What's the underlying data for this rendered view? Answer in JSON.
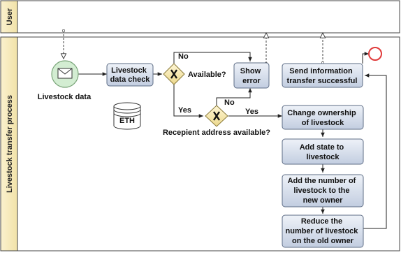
{
  "lanes": {
    "user": "User",
    "process": "Livestock transfer process"
  },
  "nodes": {
    "start_event": "Livestock data",
    "data_check": [
      "Livestock",
      "data check"
    ],
    "eth_store": "ETH",
    "gateway_available": "Available?",
    "show_error": [
      "Show",
      "error"
    ],
    "gateway_recipient": "Recepient address available?",
    "send_info": [
      "Send information",
      "transfer successful"
    ],
    "change_ownership": [
      "Change ownership",
      "of livestock"
    ],
    "add_state": [
      "Add state to",
      "livestock"
    ],
    "add_number": [
      "Add the number of",
      "livestock to the",
      "new owner"
    ],
    "reduce_number": [
      "Reduce the",
      "number of livestock",
      "on the old owner"
    ]
  },
  "edge_labels": {
    "no_top": "No",
    "no_bottom": "No",
    "yes_left": "Yes",
    "yes_right": "Yes"
  },
  "colors": {
    "task_fill": "#cfd8e6",
    "task_stroke": "#5d6c85",
    "gateway_fill": "#f7e9b0",
    "start_fill": "#d3edd2",
    "end_stroke": "#e03a3a"
  }
}
